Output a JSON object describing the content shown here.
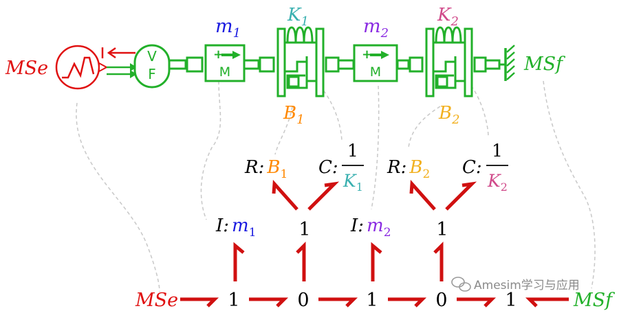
{
  "colors": {
    "green": "#22b02a",
    "red": "#e01010",
    "blue": "#1a1ae0",
    "purple": "#8a2be2",
    "teal": "#3ab0b0",
    "orange": "#ff8800",
    "pink": "#d04a8a",
    "gold": "#f2b01e",
    "bond": "#d01010",
    "dash": "#c8c8c8"
  },
  "schematic": {
    "mse_label": "MSe",
    "msf_label": "MSf",
    "vf_top": "V",
    "vf_bottom": "F",
    "mass1": {
      "name": "m",
      "sub": "1",
      "block": "M"
    },
    "mass2": {
      "name": "m",
      "sub": "2",
      "block": "M"
    },
    "spring1": {
      "name": "K",
      "sub": "1"
    },
    "spring2": {
      "name": "K",
      "sub": "2"
    },
    "damper1": {
      "name": "B",
      "sub": "1"
    },
    "damper2": {
      "name": "B",
      "sub": "2"
    }
  },
  "bond_graph": {
    "r1": {
      "prefix": "R:",
      "name": "B",
      "sub": "1"
    },
    "c1": {
      "prefix": "C:",
      "num": "1",
      "den": "K",
      "sub": "1"
    },
    "r2": {
      "prefix": "R:",
      "name": "B",
      "sub": "2"
    },
    "c2": {
      "prefix": "C:",
      "num": "1",
      "den": "K",
      "sub": "2"
    },
    "i1": {
      "prefix": "I:",
      "name": "m",
      "sub": "1"
    },
    "i2": {
      "prefix": "I:",
      "name": "m",
      "sub": "2"
    },
    "junction_mid_a": "1",
    "junction_mid_b": "1",
    "bottom_row": [
      "MSe",
      "1",
      "0",
      "1",
      "0",
      "1",
      "MSf"
    ]
  },
  "watermark": "Amesim学习与应用"
}
